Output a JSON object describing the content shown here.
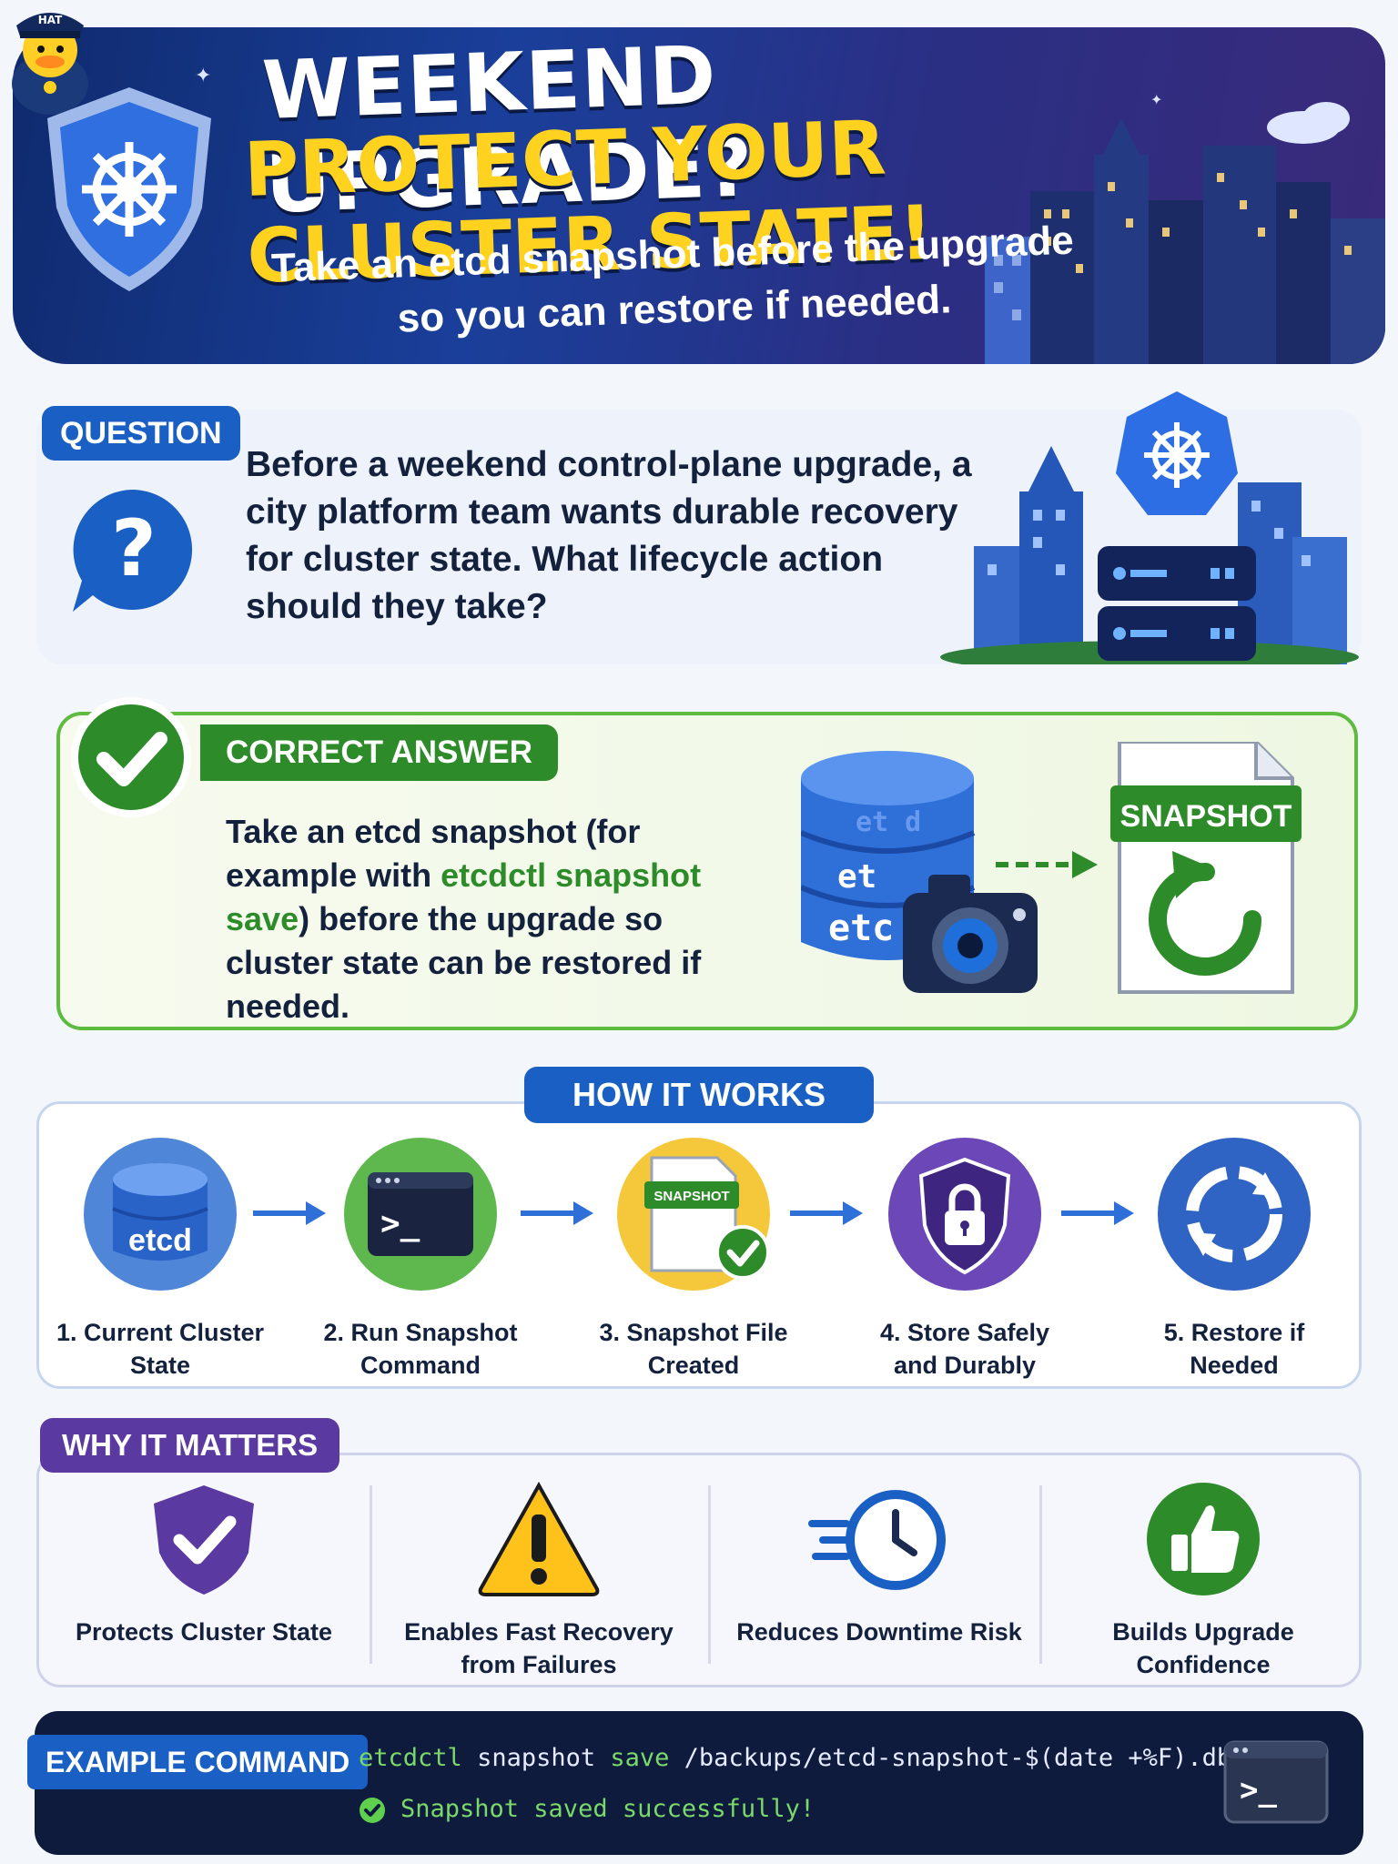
{
  "hero": {
    "title_line1": "WEEKEND UPGRADE?",
    "title_line2": "PROTECT YOUR CLUSTER STATE!",
    "subtitle_line1": "Take an etcd snapshot before the upgrade",
    "subtitle_line2": "so you can restore if needed.",
    "mascot_cap_text": "HAT",
    "icons": [
      "kubernetes-shield-icon",
      "duck-mascot",
      "city-skyline"
    ]
  },
  "question": {
    "tag": "QUESTION",
    "text": "Before a weekend control-plane upgrade, a city platform team wants durable recovery for cluster state. What lifecycle action should they take?",
    "icons": [
      "question-bubble-icon",
      "kubernetes-server-city"
    ]
  },
  "answer": {
    "tag": "CORRECT ANSWER",
    "text_before": "Take an etcd snapshot (for example with ",
    "text_highlight": "etcdctl snapshot save",
    "text_after": ") before the upgrade so cluster state can be restored if needed.",
    "db_label_top": "et d",
    "db_label_mid": "et",
    "db_label_bottom": "etc",
    "snapshot_label": "SNAPSHOT"
  },
  "how_it_works": {
    "tag": "HOW IT WORKS",
    "steps": [
      {
        "label": "1. Current Cluster State",
        "icon": "etcd-database-icon",
        "icon_text": "etcd"
      },
      {
        "label": "2. Run Snapshot Command",
        "icon": "terminal-icon",
        "icon_text": ">_"
      },
      {
        "label": "3. Snapshot File Created",
        "icon": "snapshot-file-icon",
        "icon_text": "SNAPSHOT"
      },
      {
        "label": "4. Store Safely and Durably",
        "icon": "lock-shield-icon",
        "icon_text": ""
      },
      {
        "label": "5. Restore if Needed",
        "icon": "restore-icon",
        "icon_text": ""
      }
    ]
  },
  "why_it_matters": {
    "tag": "WHY IT MATTERS",
    "items": [
      {
        "label": "Protects Cluster State",
        "icon": "check-shield-icon"
      },
      {
        "label": "Enables Fast Recovery from Failures",
        "icon": "warning-icon"
      },
      {
        "label": "Reduces Downtime Risk",
        "icon": "clock-icon"
      },
      {
        "label": "Builds Upgrade Confidence",
        "icon": "thumbs-up-icon"
      }
    ]
  },
  "example_command": {
    "tag": "EXAMPLE COMMAND",
    "cmd_bin": "etcdctl",
    "cmd_sub": "snapshot",
    "cmd_verb": "save",
    "cmd_path": "/backups/etcd-snapshot-$(date +%F).db",
    "success": "Snapshot saved successfully!",
    "terminal_glyph": ">_"
  },
  "colors": {
    "primary_blue": "#1a5fc4",
    "success_green": "#2e8b2a",
    "accent_yellow": "#ffd21f",
    "purple": "#5a3aa0",
    "dark_navy": "#0f1b3d"
  }
}
